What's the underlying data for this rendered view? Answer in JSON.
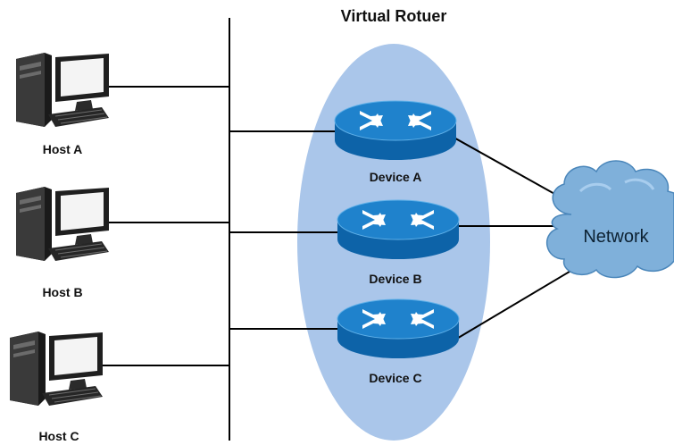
{
  "title": "Virtual Rotuer",
  "hosts": [
    {
      "label": "Host A",
      "icon": "desktop-computer-icon"
    },
    {
      "label": "Host B",
      "icon": "desktop-computer-icon"
    },
    {
      "label": "Host C",
      "icon": "desktop-computer-icon"
    }
  ],
  "devices": [
    {
      "label": "Device A",
      "icon": "router-icon"
    },
    {
      "label": "Device B",
      "icon": "router-icon"
    },
    {
      "label": "Device C",
      "icon": "router-icon"
    }
  ],
  "network": {
    "label": "Network",
    "icon": "cloud-icon"
  },
  "colors": {
    "ellipse": "#aac6ea",
    "router_top": "#1f82cc",
    "router_side": "#0d63a8",
    "cloud": "#7fb0da",
    "line": "#000000"
  }
}
